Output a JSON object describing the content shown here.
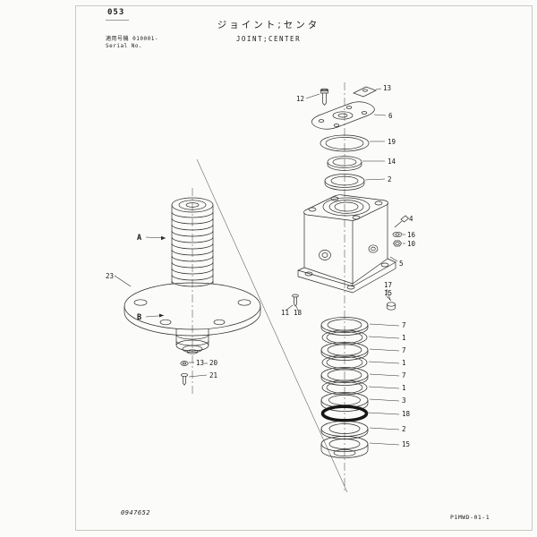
{
  "page": {
    "number": "053",
    "applicable_label": "適用号機",
    "serial_value": "010001-",
    "serial_caption": "Serial No.",
    "title_jp": "ジョイント;センタ",
    "title_en": "JOINT;CENTER",
    "drawing_number": "0947652",
    "sheet_code": "P1MWD-01-1"
  },
  "markers": {
    "a": "A",
    "b": "B"
  },
  "callouts": {
    "bolt_top": "12",
    "plate_top": "13",
    "cover": "6",
    "oring_top": "19",
    "ring_mid": "14",
    "seal_top": "2",
    "housing": "5",
    "fitting_right": "4",
    "washer_right": "16",
    "nut_right": "10",
    "plug_right_a": "17",
    "plug_right_b": "15",
    "plug_left_a": "11",
    "plug_left_b": "18",
    "spool_assembly": "23",
    "washer_bottom": "13",
    "ring_bottom": "20",
    "bolt_bottom": "21",
    "stack": [
      "7",
      "1",
      "7",
      "1",
      "7",
      "1",
      "3",
      "18",
      "2",
      "15"
    ]
  }
}
